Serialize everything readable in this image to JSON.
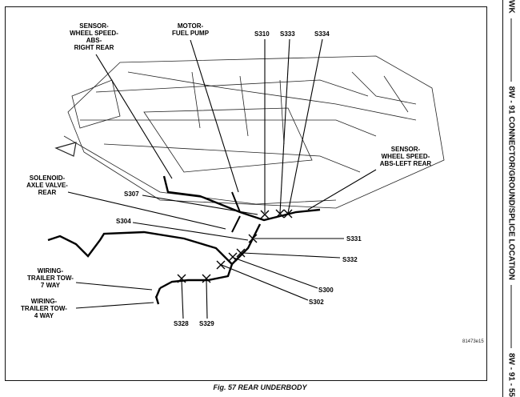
{
  "sidebar": {
    "top": "WK",
    "middle": "8W - 91 CONNECTOR/GROUND/SPLICE LOCATION",
    "bottom": "8W - 91 - 55"
  },
  "caption": "Fig. 57 REAR UNDERBODY",
  "figure_id": "81473e15",
  "labels": {
    "sensor_right": "SENSOR-\nWHEEL SPEED-\nABS-\nRIGHT REAR",
    "fuel_pump": "MOTOR-\nFUEL PUMP",
    "s310": "S310",
    "s333": "S333",
    "s334": "S334",
    "sensor_left": "SENSOR-\nWHEEL SPEED-\nABS-LEFT REAR",
    "solenoid": "SOLENOID-\nAXLE VALVE-\nREAR",
    "s307": "S307",
    "s304": "S304",
    "s331": "S331",
    "s332": "S332",
    "wiring7": "WIRING-\nTRAILER TOW-\n7 WAY",
    "s300": "S300",
    "wiring4": "WIRING-\nTRAILER TOW-\n4 WAY",
    "s302": "S302",
    "s328": "S328",
    "s329": "S329"
  }
}
